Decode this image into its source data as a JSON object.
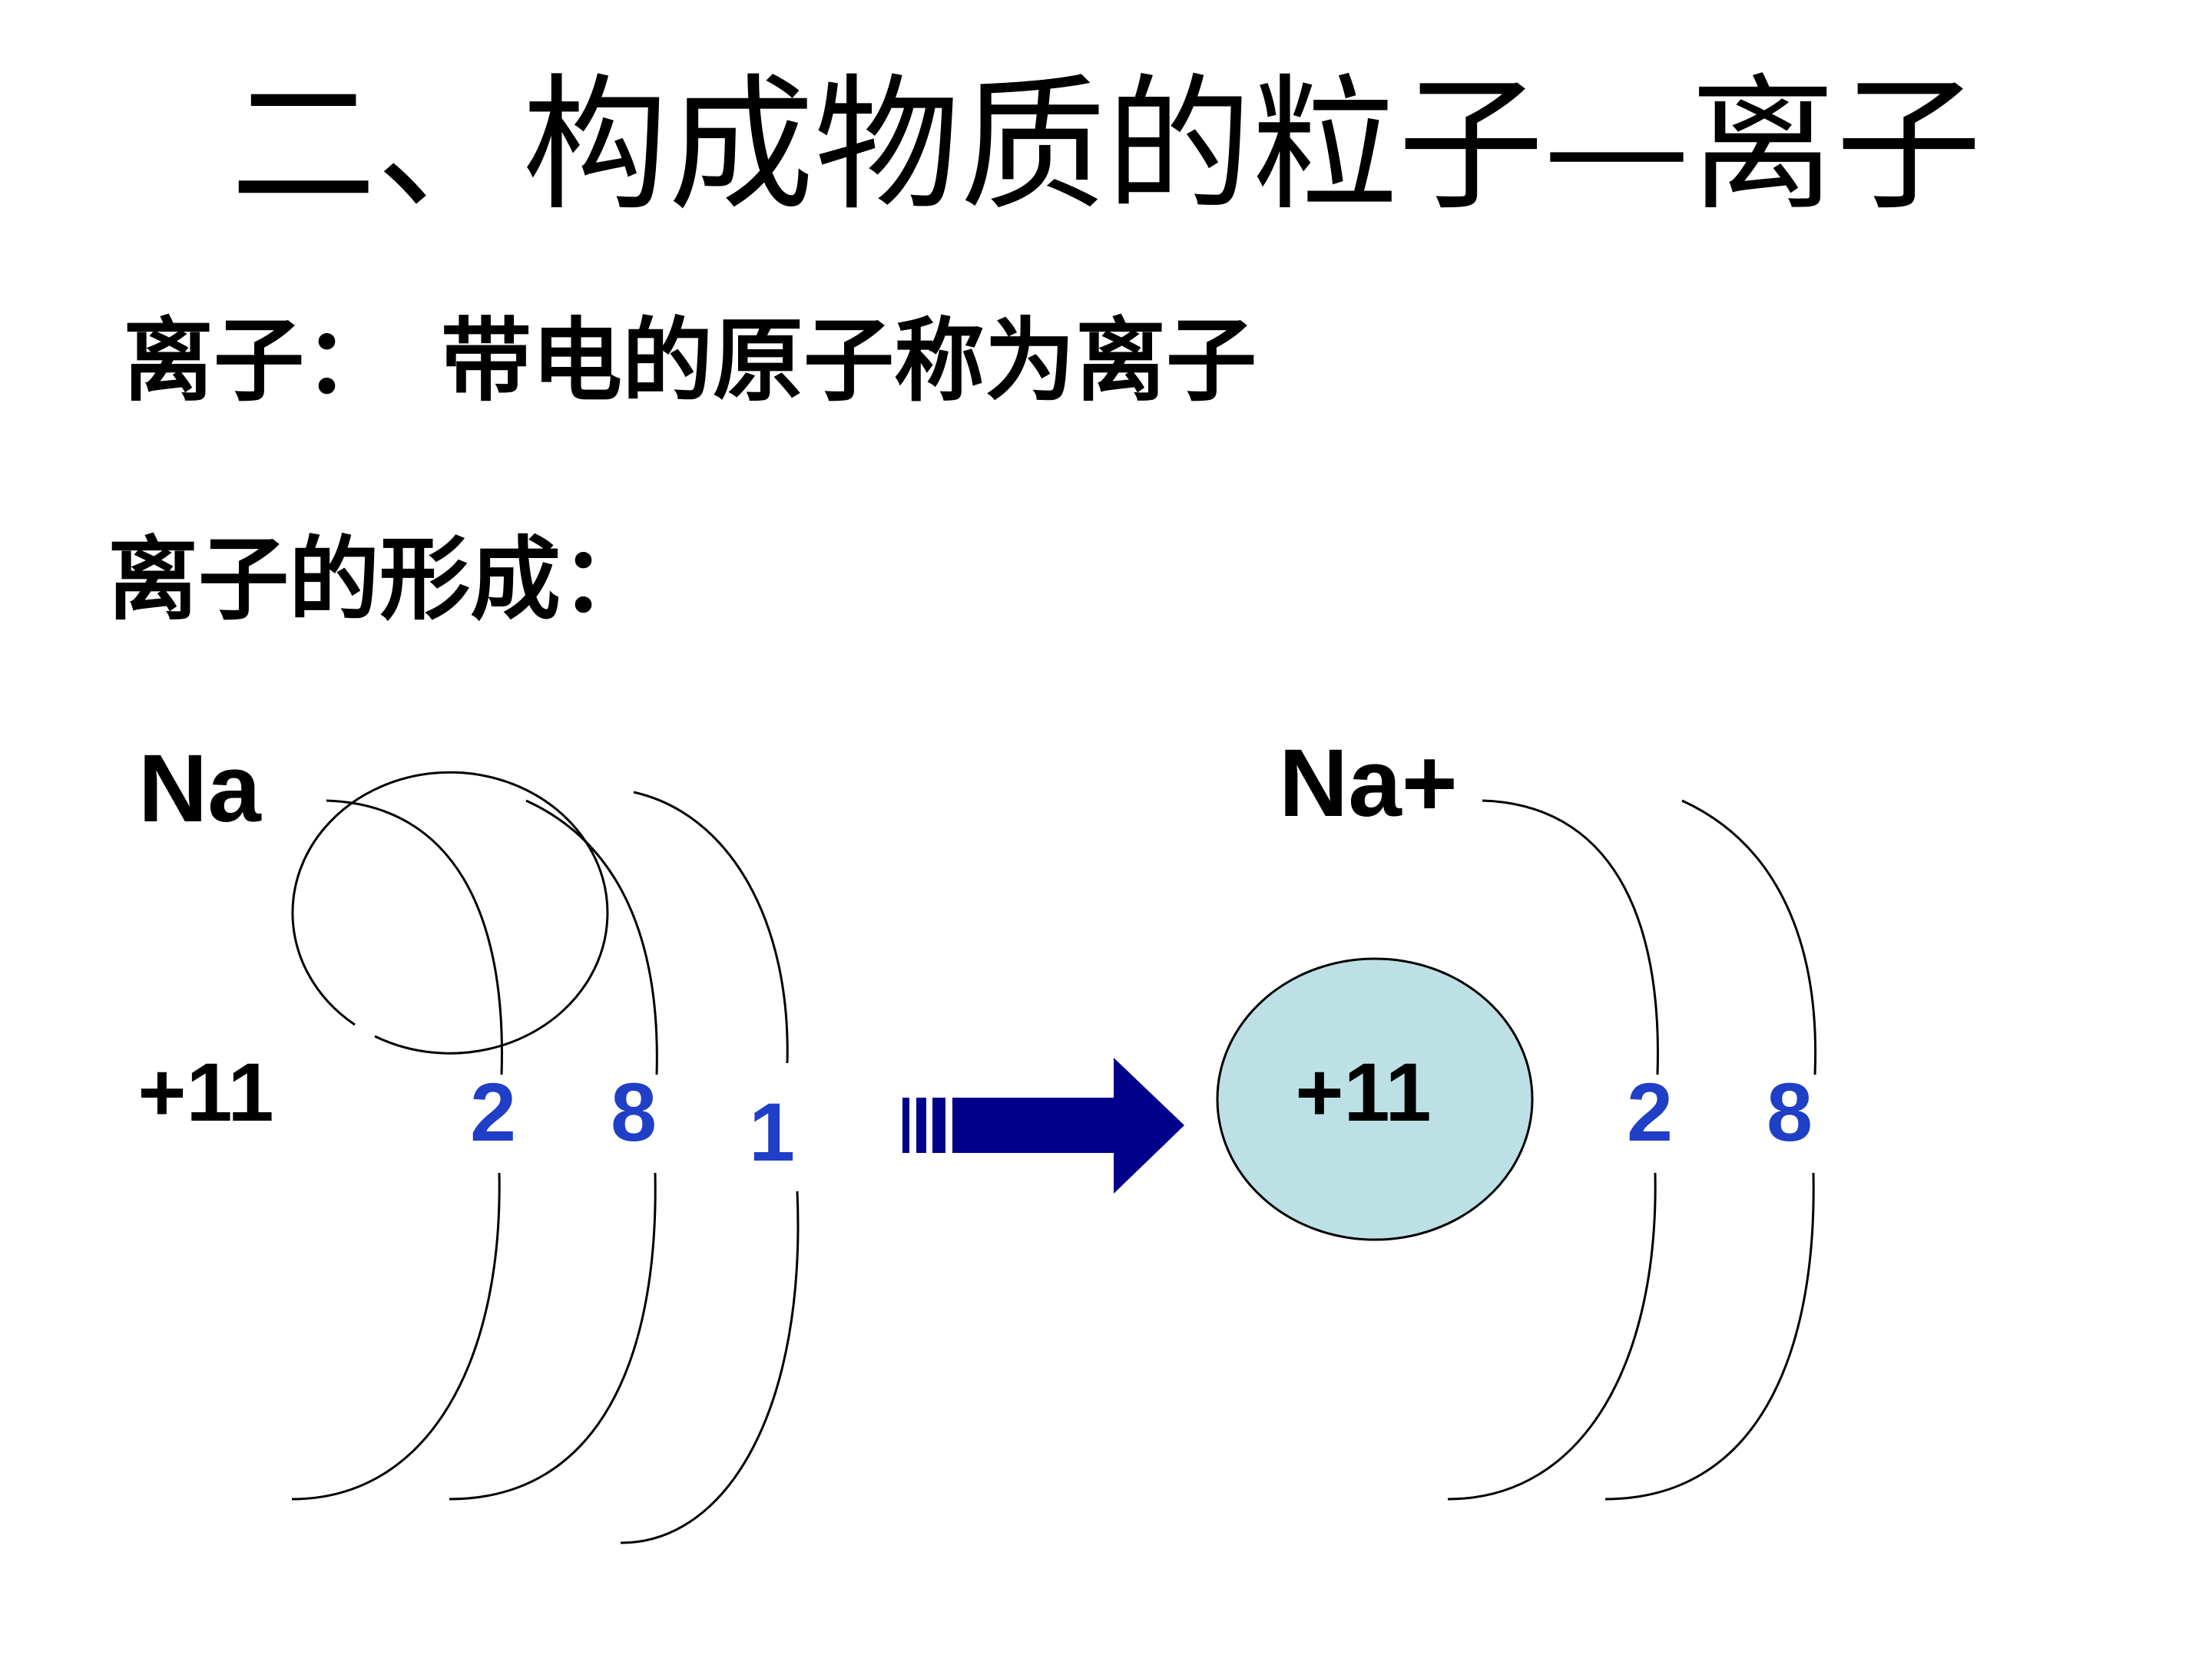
{
  "title": "二、构成物质的粒子—离子",
  "definition": {
    "label": "离子：",
    "text": "带电的原子称为离子"
  },
  "subheading": "离子的形成：",
  "atom": {
    "symbol": "Na",
    "nucleus_charge": "+11",
    "shell_electrons": [
      "2",
      "8",
      "1"
    ],
    "nucleus_color": "#ffffff"
  },
  "ion": {
    "symbol": "Na+",
    "nucleus_charge": "+11",
    "shell_electrons": [
      "2",
      "8"
    ],
    "nucleus_color": "#bde0e4"
  },
  "colors": {
    "electron_count": "#1f3fc6",
    "arrow": "#00008b"
  },
  "icons": {
    "arrow": "right-block-arrow-icon"
  }
}
